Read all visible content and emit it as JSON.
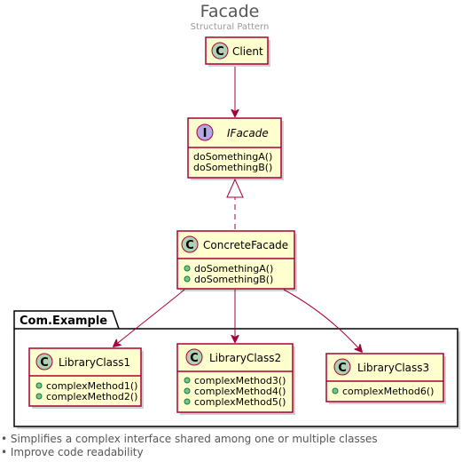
{
  "header": {
    "title": "Facade",
    "subtitle": "Structural Pattern"
  },
  "classes": {
    "client": {
      "name": "Client",
      "stereotype": "C"
    },
    "ifacade": {
      "name": "IFacade",
      "stereotype": "I",
      "methods": [
        "doSomethingA()",
        "doSomethingB()"
      ]
    },
    "concrete": {
      "name": "ConcreteFacade",
      "stereotype": "C",
      "methods": [
        "doSomethingA()",
        "doSomethingB()"
      ]
    },
    "lib1": {
      "name": "LibraryClass1",
      "stereotype": "C",
      "methods": [
        "complexMethod1()",
        "complexMethod2()"
      ]
    },
    "lib2": {
      "name": "LibraryClass2",
      "stereotype": "C",
      "methods": [
        "complexMethod3()",
        "complexMethod4()",
        "complexMethod5()"
      ]
    },
    "lib3": {
      "name": "LibraryClass3",
      "stereotype": "C",
      "methods": [
        "complexMethod6()"
      ]
    }
  },
  "package": {
    "name": "Com.Example"
  },
  "notes": [
    "• Simplifies a complex interface shared among one or multiple classes",
    "• Improve code readability"
  ],
  "colors": {
    "class_fill": "#FEFECE",
    "border": "#A80036",
    "class_badge": "#ADD1B2",
    "interface_badge": "#B4A7E5",
    "public_dot": "#84BE84"
  }
}
